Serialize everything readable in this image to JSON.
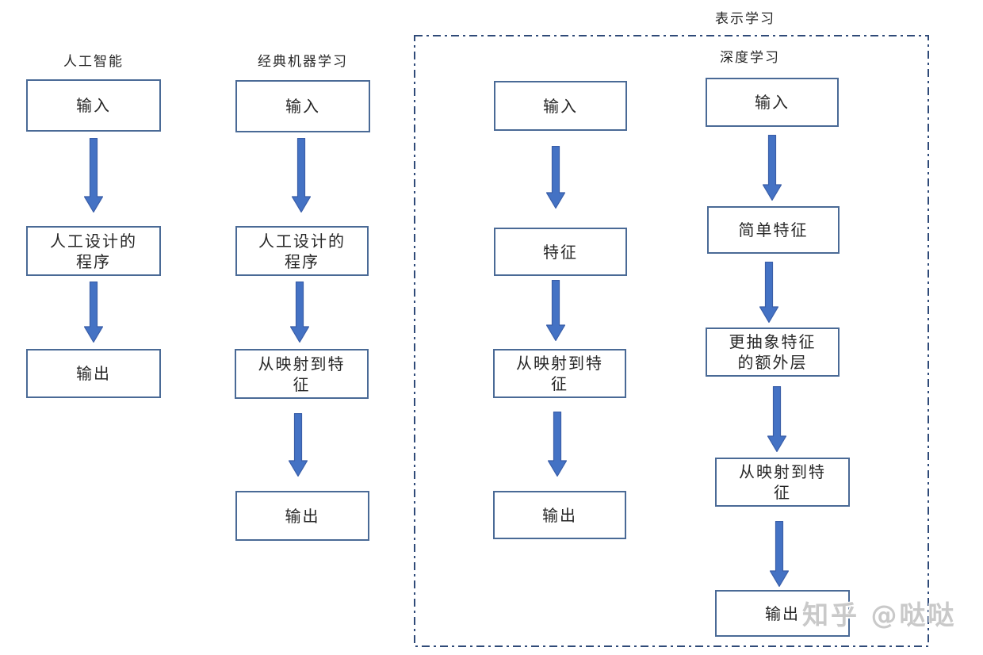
{
  "diagram": {
    "group_label": "表示学习",
    "columns": [
      {
        "id": "artificial-intelligence",
        "label": "人工智能",
        "boxes": [
          "输入",
          "人工设计的\n程序",
          "输出"
        ]
      },
      {
        "id": "classic-machine-learning",
        "label": "经典机器学习",
        "boxes": [
          "输入",
          "人工设计的\n程序",
          "从映射到特\n征",
          "输出"
        ]
      },
      {
        "id": "representation-learning",
        "label": "",
        "boxes": [
          "输入",
          "特征",
          "从映射到特\n征",
          "输出"
        ]
      },
      {
        "id": "deep-learning",
        "label": "深度学习",
        "boxes": [
          "输入",
          "简单特征",
          "更抽象特征\n的额外层",
          "从映射到特\n征",
          "输出"
        ]
      }
    ],
    "watermark": "知乎 @哒哒"
  },
  "colors": {
    "arrow_fill": "#4472c4",
    "arrow_stroke": "#3a5ea8",
    "box_border": "#4a6a96",
    "dashed_border": "#2f4a78",
    "text": "#262626",
    "watermark": "#c9c9c9",
    "bg": "#ffffff"
  }
}
